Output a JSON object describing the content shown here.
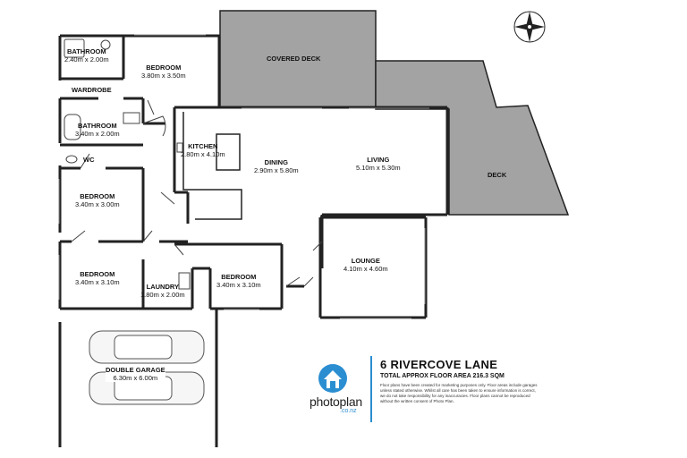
{
  "rooms": {
    "bathroom1": {
      "name": "BATHROOM",
      "dims": "2.40m  x 2.00m"
    },
    "bedroom1": {
      "name": "BEDROOM",
      "dims": "3.80m  x 3.50m"
    },
    "wardrobe": {
      "name": "WARDROBE"
    },
    "bathroom2": {
      "name": "BATHROOM",
      "dims": "3.40m  x 2.00m"
    },
    "wc": {
      "name": "WC"
    },
    "bedroom2": {
      "name": "BEDROOM",
      "dims": "3.40m  x 3.00m"
    },
    "bedroom3": {
      "name": "BEDROOM",
      "dims": "3.40m  x 3.10m"
    },
    "laundry": {
      "name": "LAUNDRY",
      "dims": "1.80m  x 2.00m"
    },
    "bedroom4": {
      "name": "BEDROOM",
      "dims": "3.40m  x 3.10m"
    },
    "kitchen": {
      "name": "KITCHEN",
      "dims": "2.80m  x 4.10m"
    },
    "dining": {
      "name": "DINING",
      "dims": "2.90m  x 5.80m"
    },
    "living": {
      "name": "LIVING",
      "dims": "5.10m  x 5.30m"
    },
    "lounge": {
      "name": "LOUNGE",
      "dims": "4.10m  x 4.60m"
    },
    "covered_deck": {
      "name": "COVERED DECK"
    },
    "deck": {
      "name": "DECK"
    },
    "garage": {
      "name": "DOUBLE GARAGE",
      "dims": "6.30m  x 6.00m"
    }
  },
  "info": {
    "address": "6 RIVERCOVE LANE",
    "area": "TOTAL APPROX FLOOR AREA 216.3 SQM",
    "disclaimer": "Floor plans have been created for marketing purposes only. Floor areas include garages unless stated otherwise. Whilst all care has been taken to ensure information is correct, we do not take responsibility for any inaccuracies. Floor plans cannot be reproduced without the written consent of Photo Plan."
  },
  "brand": {
    "name": "photoplan",
    "sub": ".co.nz",
    "accent": "#2b8ed1"
  },
  "colors": {
    "deck": "#a3a3a3",
    "wall": "#222222"
  },
  "icons": {
    "compass": "compass-icon",
    "brand": "photoplan-house-icon"
  }
}
